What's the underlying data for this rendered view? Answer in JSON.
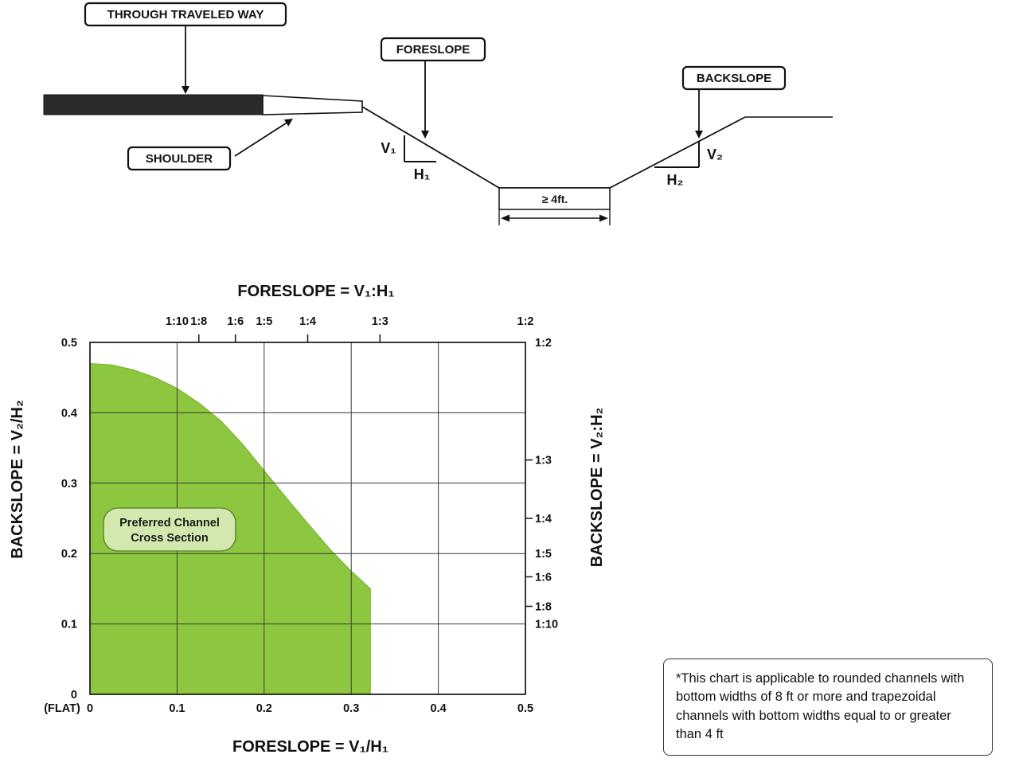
{
  "diagram": {
    "through_traveled_way": "THROUGH TRAVELED WAY",
    "foreslope": "FORESLOPE",
    "shoulder": "SHOULDER",
    "backslope": "BACKSLOPE",
    "channel_width": "≥ 4ft.",
    "v1": "V₁",
    "h1": "H₁",
    "v2": "V₂",
    "h2": "H₂",
    "road_color": "#2b2b2b"
  },
  "chart_data": {
    "type": "area",
    "title": "FORESLOPE = V₁:H₁",
    "x_axis": {
      "label": "FORESLOPE = V₁/H₁",
      "min": 0,
      "max": 0.5,
      "tick_values": [
        0,
        0.1,
        0.2,
        0.3,
        0.4,
        0.5
      ],
      "ticks": [
        "0",
        "0.1",
        "0.2",
        "0.3",
        "0.4",
        "0.5"
      ],
      "zero_note": "(FLAT)"
    },
    "y_axis": {
      "label": "BACKSLOPE = V₂/H₂",
      "min": 0,
      "max": 0.5,
      "tick_values": [
        0,
        0.1,
        0.2,
        0.3,
        0.4,
        0.5
      ],
      "ticks": [
        "0",
        "0.1",
        "0.2",
        "0.3",
        "0.4",
        "0.5"
      ]
    },
    "top_axis": {
      "label": "FORESLOPE = V₁:H₁",
      "ticks": [
        {
          "label": "1:10",
          "value": 0.1
        },
        {
          "label": "1:8",
          "value": 0.125
        },
        {
          "label": "1:6",
          "value": 0.167
        },
        {
          "label": "1:5",
          "value": 0.2
        },
        {
          "label": "1:4",
          "value": 0.25
        },
        {
          "label": "1:3",
          "value": 0.333
        },
        {
          "label": "1:2",
          "value": 0.5
        }
      ]
    },
    "right_axis": {
      "label": "BACKSLOPE = V₂:H₂",
      "ticks": [
        {
          "label": "1:2",
          "value": 0.5
        },
        {
          "label": "1:3",
          "value": 0.333
        },
        {
          "label": "1:4",
          "value": 0.25
        },
        {
          "label": "1:5",
          "value": 0.2
        },
        {
          "label": "1:6",
          "value": 0.167
        },
        {
          "label": "1:8",
          "value": 0.125
        },
        {
          "label": "1:10",
          "value": 0.1
        }
      ]
    },
    "grid": true,
    "region": {
      "label_lines": [
        "Preferred Channel",
        "Cross Section"
      ],
      "fill": "#8dc63f",
      "edge": "#79ad30",
      "label_fill": "#d3e8ae",
      "label_edge": "#5f8f2a",
      "boundary": [
        [
          0,
          0.47
        ],
        [
          0.025,
          0.468
        ],
        [
          0.05,
          0.461
        ],
        [
          0.075,
          0.45
        ],
        [
          0.1,
          0.435
        ],
        [
          0.125,
          0.414
        ],
        [
          0.15,
          0.389
        ],
        [
          0.175,
          0.356
        ],
        [
          0.2,
          0.318
        ],
        [
          0.225,
          0.28
        ],
        [
          0.25,
          0.243
        ],
        [
          0.275,
          0.207
        ],
        [
          0.3,
          0.175
        ],
        [
          0.322,
          0.15
        ],
        [
          0.322,
          0
        ]
      ]
    }
  },
  "note": {
    "text": "*This chart is applicable to rounded channels with bottom widths of 8 ft or more and trapezoidal channels with bottom widths equal to or greater than 4 ft"
  }
}
